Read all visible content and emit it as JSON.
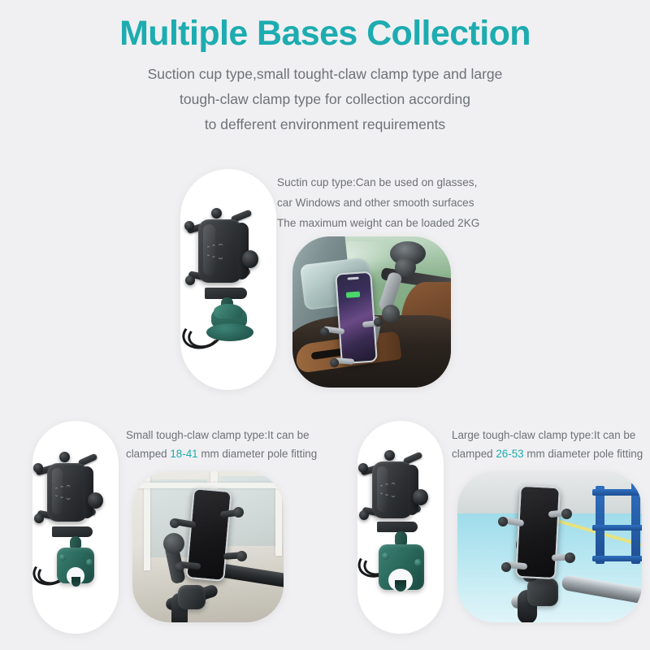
{
  "page": {
    "background_color": "#f0f0f2",
    "accent_color": "#1dacb0",
    "text_color": "#6e7176"
  },
  "header": {
    "title": "Multiple Bases Collection",
    "subtitle_lines": [
      "Suction cup type,small tought-claw clamp type and large",
      "tough-claw clamp type for collection according",
      "to defferent environment requirements"
    ]
  },
  "sections": {
    "suction": {
      "caption_lines": [
        "Suctin cup type:Can be used on glasses,",
        "car Windows and other smooth surfaces",
        "The maximum weight can be loaded 2KG"
      ],
      "product_alt": "X-grip wireless charging phone mount with green suction cup base and coiled cable",
      "scene_alt": "Phone mounted on car windshield with suction cup, dashboard with wood trim"
    },
    "small_clamp": {
      "caption_line1": "Small tough-claw clamp type:It can be",
      "caption_line2_pre": "clamped ",
      "caption_highlight": "18-41",
      "caption_line2_post": " mm diameter pole fitting",
      "product_alt": "X-grip wireless charging phone mount with small green claw clamp base",
      "scene_alt": "Phone mounted on bicycle handlebar indoors"
    },
    "large_clamp": {
      "caption_line1": "Large tough-claw clamp type:It can be",
      "caption_line2_pre": "clamped ",
      "caption_highlight": "26-53",
      "caption_line2_post": " mm diameter pole fitting",
      "product_alt": "X-grip wireless charging phone mount with large green claw clamp base",
      "scene_alt": "Phone mounted on chrome handlebar in a warehouse with blue floor and blue racking"
    }
  }
}
